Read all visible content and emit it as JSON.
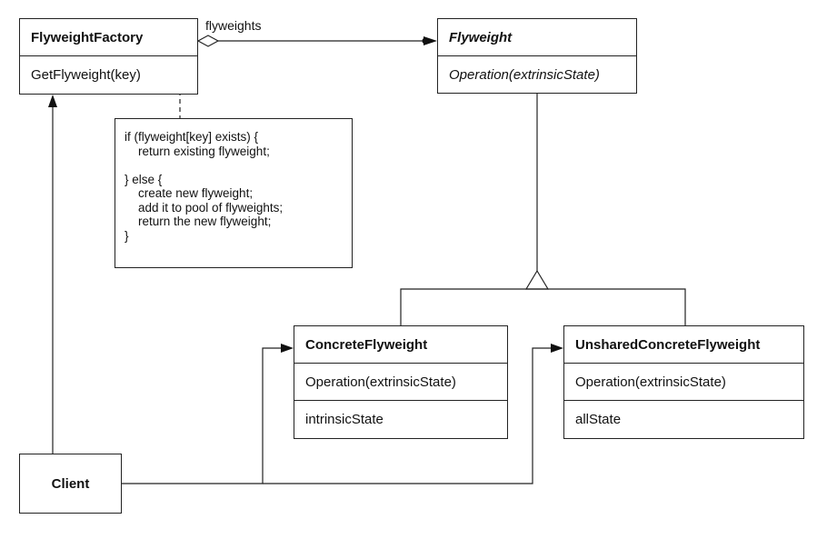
{
  "factory": {
    "name": "FlyweightFactory",
    "operation": "GetFlyweight(key)"
  },
  "flyweight": {
    "name": "Flyweight",
    "operation": "Operation(extrinsicState)"
  },
  "concrete": {
    "name": "ConcreteFlyweight",
    "operation": "Operation(extrinsicState)",
    "attribute": "intrinsicState"
  },
  "unshared": {
    "name": "UnsharedConcreteFlyweight",
    "operation": "Operation(extrinsicState)",
    "attribute": "allState"
  },
  "client": {
    "name": "Client"
  },
  "association_label": "flyweights",
  "note": {
    "lines": [
      "if (flyweight[key] exists) {",
      "    return existing flyweight;",
      "",
      "} else {",
      "    create new flyweight;",
      "    add it to pool of flyweights;",
      "    return the new flyweight;",
      "}"
    ]
  }
}
